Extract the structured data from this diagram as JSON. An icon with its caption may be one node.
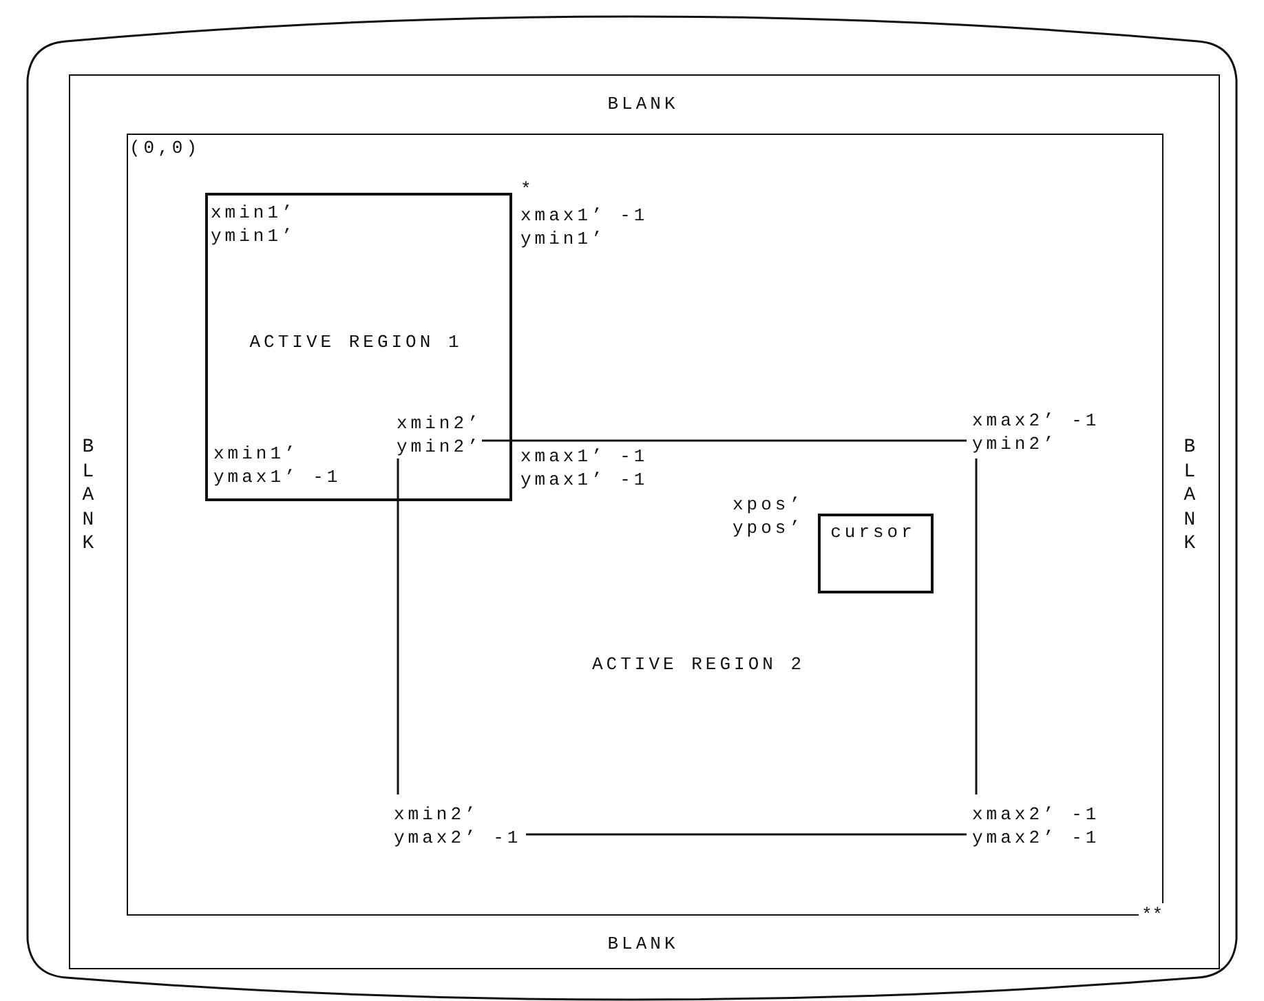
{
  "diagram": {
    "nodes": [
      {
        "text": [
          "BLANK",
          "BLANK",
          "BLANK",
          "BLANK"
        ]
      },
      {
        "text": [
          "(0,0)"
        ],
        "in": 0,
        "beside": [
          "**"
        ]
      },
      {
        "text": [
          "xmin1’ ymin1’",
          "ACTIVE REGION 1",
          "xmin1’ ymax1’ -1"
        ],
        "in": 1,
        "beside": [
          "*",
          "xmax1’ -1 ymin1’",
          "xmax1’ -1 ymax1’ -1"
        ]
      },
      {
        "text": [
          "xmin2’ ymin2’"
        ],
        "in": 2
      },
      {
        "text": [
          "xmax2’ -1 ymin2’"
        ],
        "in": 1
      },
      {
        "text": [
          "cursor"
        ],
        "in": 1,
        "beside": [
          "xpos’ ypos’"
        ]
      },
      {
        "text": [
          "xmin2’ ymax2’ -1"
        ],
        "in": 1
      },
      {
        "text": [
          "xmax2’ -1 ymax2’ -1"
        ],
        "in": 1
      }
    ],
    "edges": [
      {
        "from": 3,
        "to": 4,
        "arrow": "none"
      },
      {
        "from": 3,
        "to": 6,
        "arrow": "none"
      },
      {
        "from": 4,
        "to": 7,
        "arrow": "none"
      },
      {
        "from": 6,
        "to": 7,
        "arrow": "none"
      }
    ],
    "labels": [
      "ACTIVE REGION 2"
    ]
  }
}
